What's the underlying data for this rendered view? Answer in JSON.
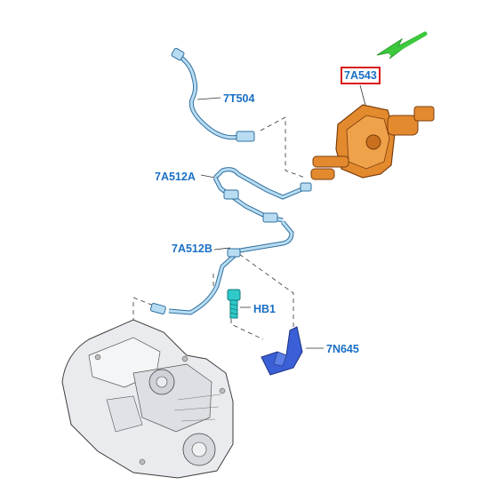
{
  "callouts": {
    "master_cylinder": "7A543",
    "pipe_upper": "7T504",
    "hose_a": "7A512A",
    "hose_b": "7A512B",
    "bolt": "HB1",
    "bracket": "7N645"
  },
  "colors": {
    "label_text": "#1a6fc4",
    "highlight_box": "#d8171b",
    "arrow": "#3cc93c",
    "hose_fill": "#b8dcf2",
    "hose_stroke": "#2f6f9e",
    "master_cylinder": "#e48a2e",
    "bracket": "#3a5fd6",
    "bolt": "#2ec9c9",
    "transmission": "#e9ebee"
  },
  "icons": {
    "arrow": "green-pointer-arrow"
  }
}
